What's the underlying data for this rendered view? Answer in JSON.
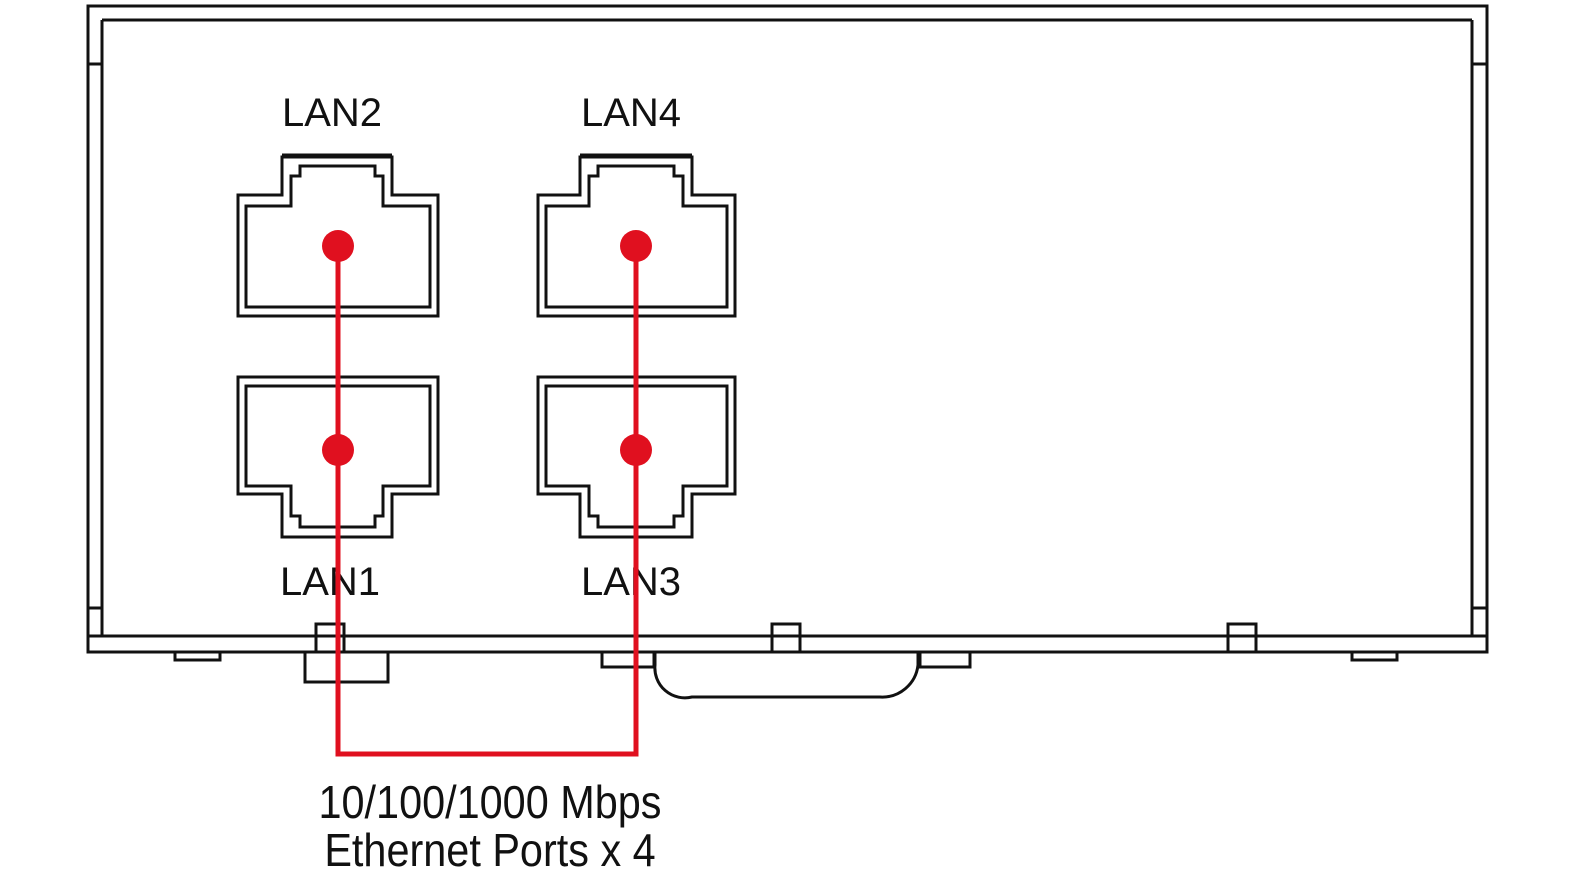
{
  "diagram": {
    "ports": [
      {
        "id": "lan2",
        "label": "LAN2"
      },
      {
        "id": "lan4",
        "label": "LAN4"
      },
      {
        "id": "lan1",
        "label": "LAN1"
      },
      {
        "id": "lan3",
        "label": "LAN3"
      }
    ],
    "caption": {
      "line1": "10/100/1000 Mbps",
      "line2": "Ethernet Ports x 4"
    },
    "colors": {
      "outline": "#111111",
      "callout": "#e0101f",
      "background": "#ffffff"
    }
  }
}
